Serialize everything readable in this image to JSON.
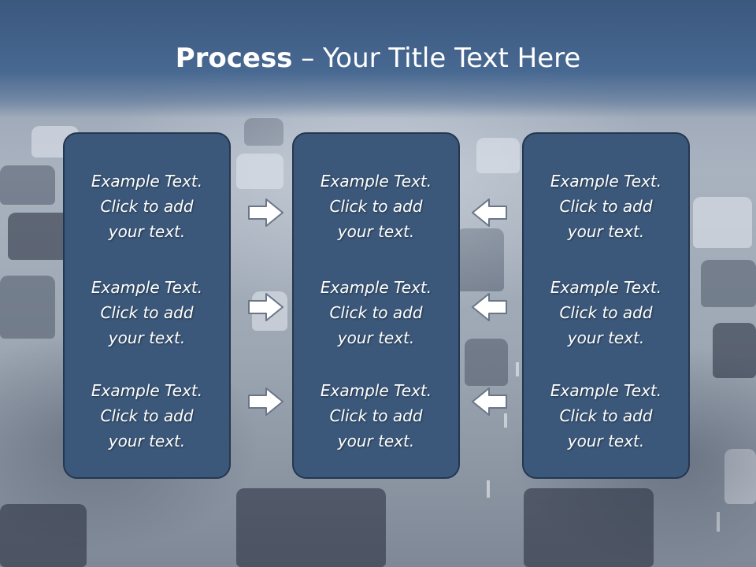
{
  "slide": {
    "title_bold": "Process",
    "title_rest": " – Your Title Text Here"
  },
  "columns": [
    {
      "items": [
        {
          "line1": "Example Text.",
          "line2": "Click  to add",
          "line3": "your text."
        },
        {
          "line1": "Example Text.",
          "line2": "Click  to add",
          "line3": "your text."
        },
        {
          "line1": "Example Text.",
          "line2": "Click  to add",
          "line3": "your text."
        }
      ]
    },
    {
      "items": [
        {
          "line1": "Example Text.",
          "line2": "Click  to add",
          "line3": "your text."
        },
        {
          "line1": "Example Text.",
          "line2": "Click  to add",
          "line3": "your text."
        },
        {
          "line1": "Example Text.",
          "line2": "Click  to add",
          "line3": "your text."
        }
      ]
    },
    {
      "items": [
        {
          "line1": "Example Text.",
          "line2": "Click  to add",
          "line3": "your text."
        },
        {
          "line1": "Example Text.",
          "line2": "Click  to add",
          "line3": "your text."
        },
        {
          "line1": "Example Text.",
          "line2": "Click  to add",
          "line3": "your text."
        }
      ]
    }
  ],
  "arrows": {
    "left_group": "arrow-right-icon",
    "right_group": "arrow-left-icon",
    "fill": "#ffffff",
    "stroke": "#6a7688"
  },
  "colors": {
    "header": "#3b587f",
    "box_fill": "#3b587a",
    "box_border": "#243750",
    "text": "#ffffff"
  }
}
